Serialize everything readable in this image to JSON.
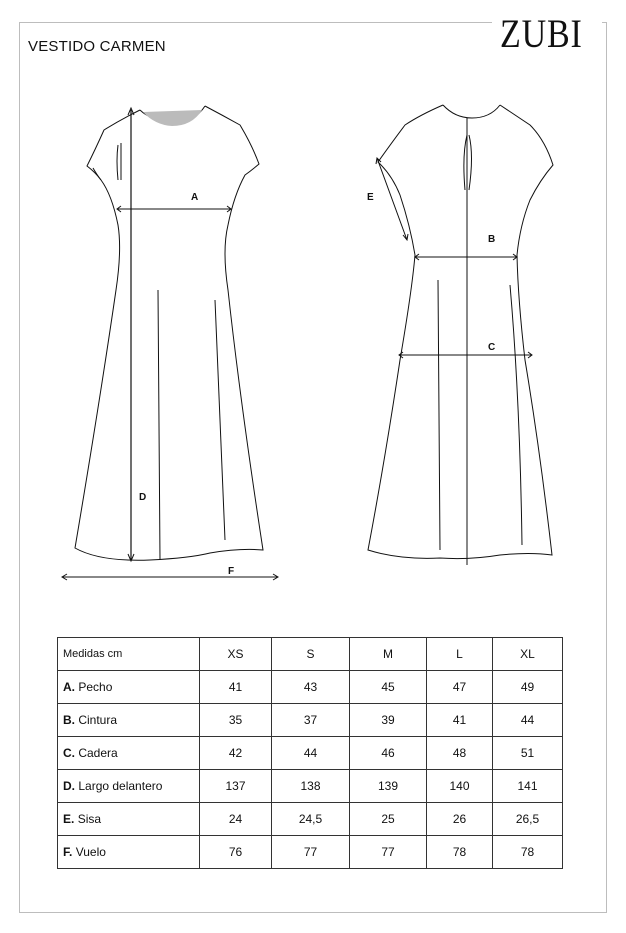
{
  "brand": "ZUBI",
  "title": "VESTIDO CARMEN",
  "labels": {
    "A": "A",
    "B": "B",
    "C": "C",
    "D": "D",
    "E": "E",
    "F": "F"
  },
  "table": {
    "header": "Medidas cm",
    "sizes": [
      "XS",
      "S",
      "M",
      "L",
      "XL"
    ],
    "rows": [
      {
        "code": "A.",
        "name": "Pecho",
        "values": [
          "41",
          "43",
          "45",
          "47",
          "49"
        ]
      },
      {
        "code": "B.",
        "name": "Cintura",
        "values": [
          "35",
          "37",
          "39",
          "41",
          "44"
        ]
      },
      {
        "code": "C.",
        "name": "Cadera",
        "values": [
          "42",
          "44",
          "46",
          "48",
          "51"
        ]
      },
      {
        "code": "D.",
        "name": "Largo delantero",
        "values": [
          "137",
          "138",
          "139",
          "140",
          "141"
        ]
      },
      {
        "code": "E.",
        "name": "Sisa",
        "values": [
          "24",
          "24,5",
          "25",
          "26",
          "26,5"
        ]
      },
      {
        "code": "F.",
        "name": "Vuelo",
        "values": [
          "76",
          "77",
          "77",
          "78",
          "78"
        ]
      }
    ]
  }
}
